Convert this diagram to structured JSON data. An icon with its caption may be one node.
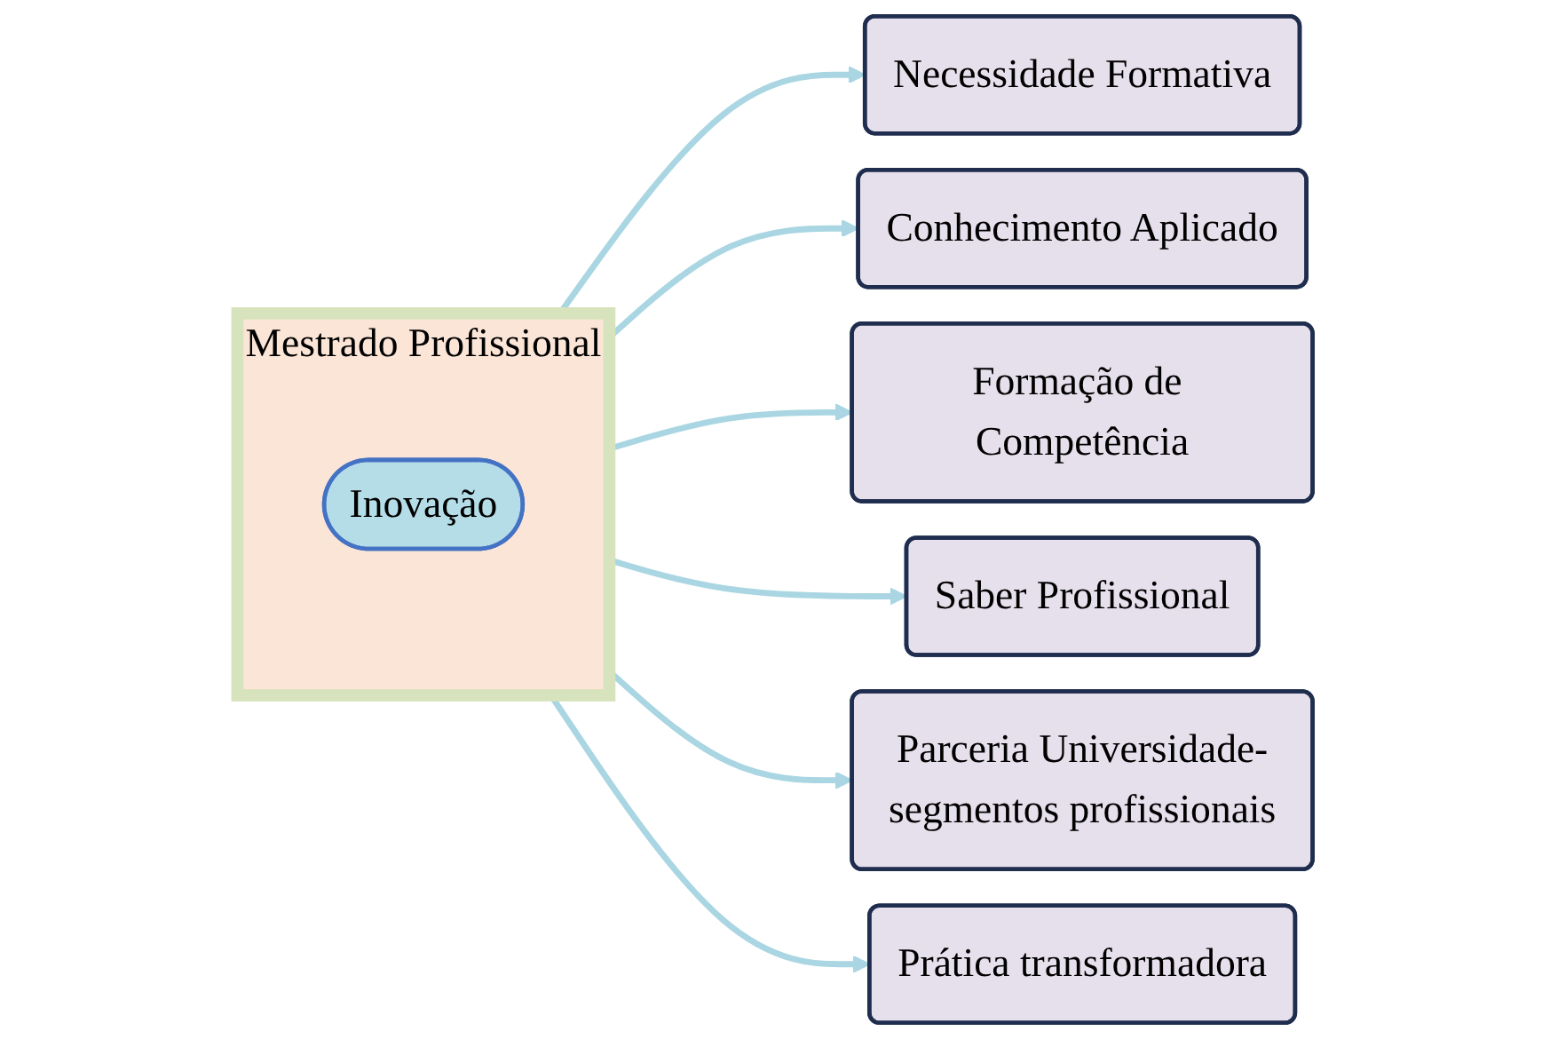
{
  "diagram": {
    "nodes": [
      {
        "text": [
          "Mestrado Profissional"
        ]
      },
      {
        "text": [
          "Inovação"
        ],
        "in": 0
      },
      {
        "text": [
          "Necessidade Formativa"
        ]
      },
      {
        "text": [
          "Conhecimento Aplicado"
        ]
      },
      {
        "text": [
          "Formação de Competência"
        ]
      },
      {
        "text": [
          "Saber Profissional"
        ]
      },
      {
        "text": [
          "Parceria Universidade-segmentos profissionais"
        ]
      },
      {
        "text": [
          "Prática transformadora"
        ]
      }
    ],
    "edges": [
      {
        "from": 0,
        "to": 2,
        "arrow": "to"
      },
      {
        "from": 0,
        "to": 3,
        "arrow": "to"
      },
      {
        "from": 0,
        "to": 4,
        "arrow": "to"
      },
      {
        "from": 0,
        "to": 5,
        "arrow": "to"
      },
      {
        "from": 0,
        "to": 6,
        "arrow": "to"
      },
      {
        "from": 0,
        "to": 7,
        "arrow": "to"
      }
    ]
  }
}
